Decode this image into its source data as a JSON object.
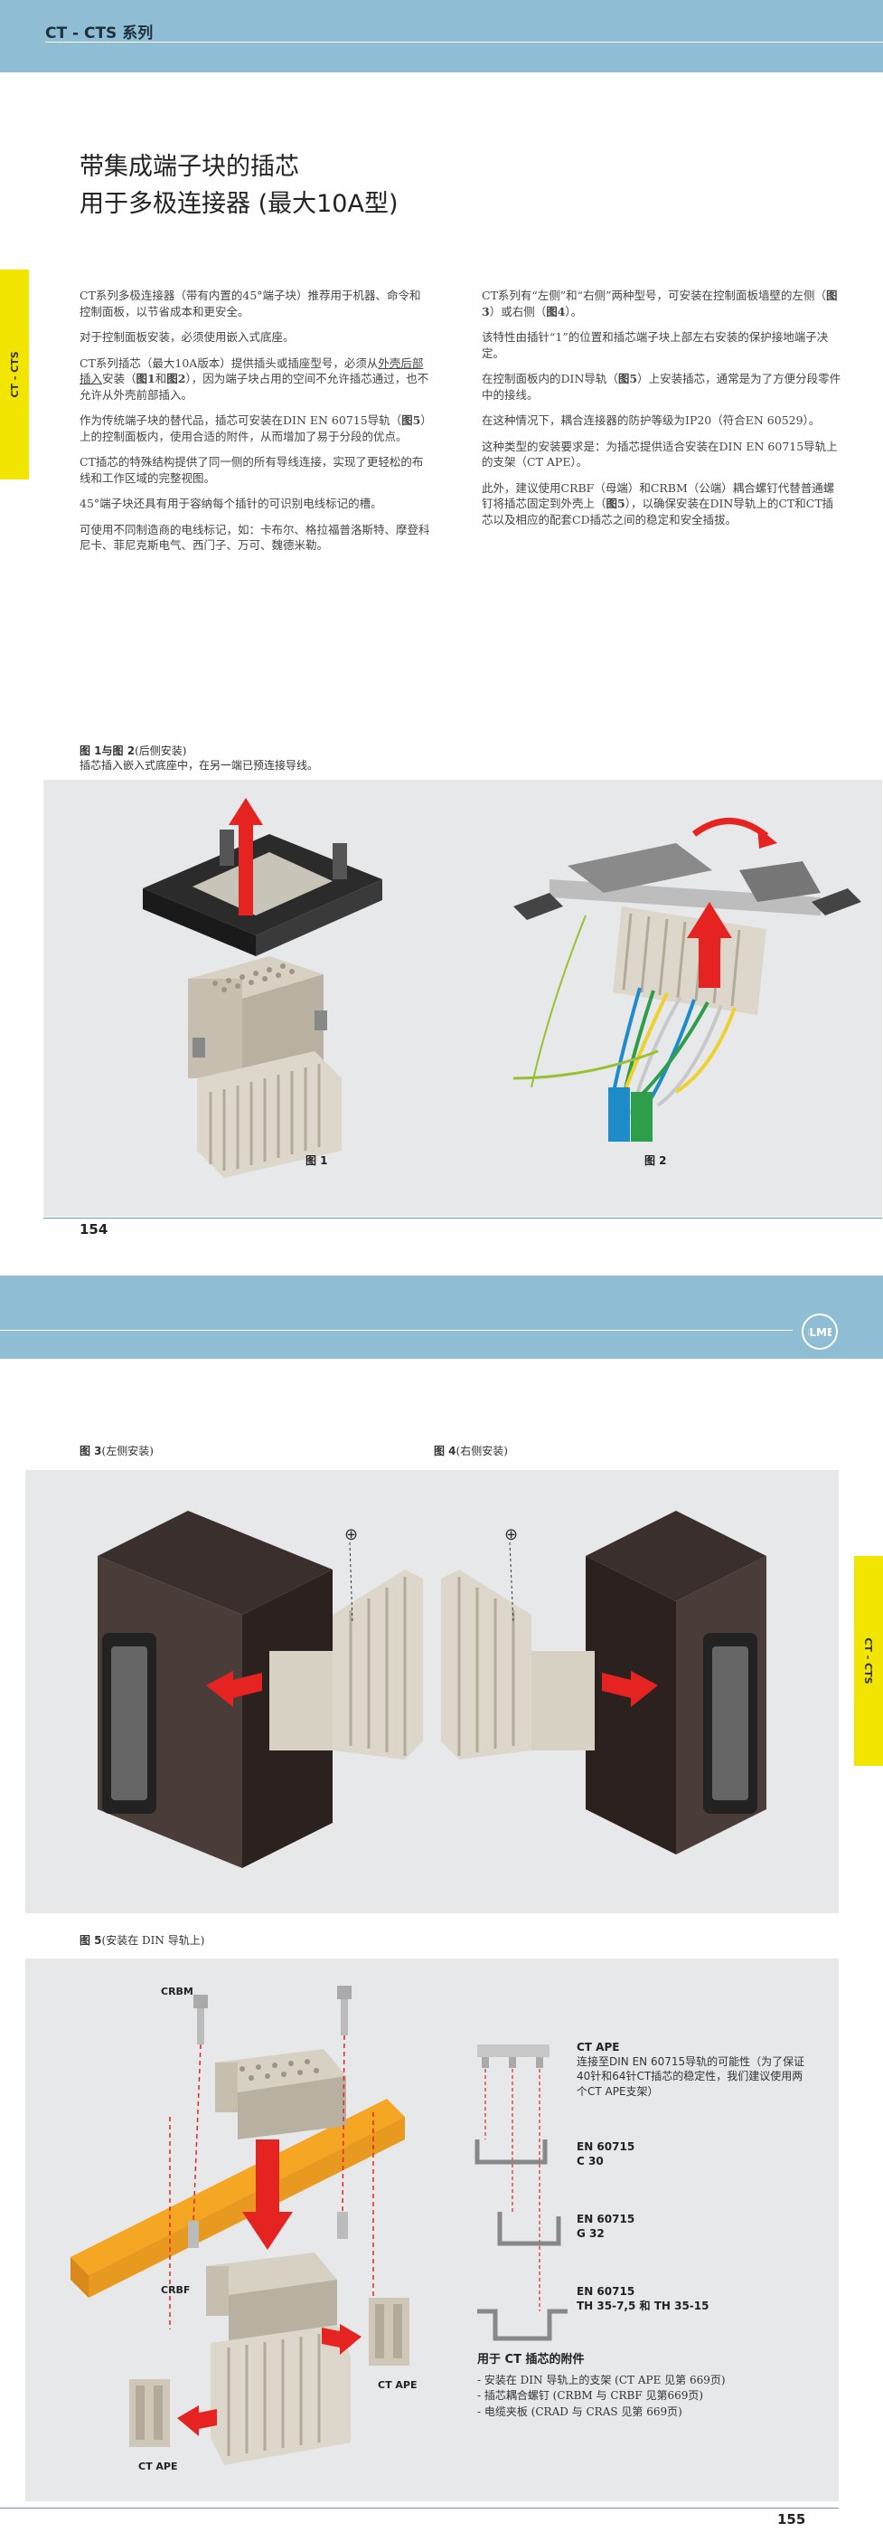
{
  "header": {
    "series_title": "CT - CTS 系列"
  },
  "side_tab": "CT - CTS",
  "headline": {
    "line1": "带集成端子块的插芯",
    "line2": "用于多极连接器 (最大10A型)"
  },
  "col_left": [
    "CT系列多极连接器（带有内置的45°端子块）推荐用于机器、命令和控制面板，以节省成本和更安全。",
    "对于控制面板安装，必须使用嵌入式底座。",
    "CT系列插芯（最大10A版本）提供插头或插座型号，必须从",
    "外壳后部插入",
    "安装（",
    "图1",
    "和",
    "图2",
    "），因为端子块占用的空间不允许插芯通过，也不允许从外壳前部插入。",
    "作为传统端子块的替代品，插芯可安装在DIN EN 60715导轨（",
    "图5",
    "）上的控制面板内，使用合适的附件，从而增加了易于分段的优点。",
    "CT插芯的特殊结构提供了同一侧的所有导线连接，实现了更轻松的布线和工作区域的完整视图。",
    "45°端子块还具有用于容纳每个插针的可识别电线标记的槽。",
    "可使用不同制造商的电线标记，如：卡布尔、格拉福普洛斯特、摩登科尼卡、菲尼克斯电气、西门子、万可、魏德米勒。"
  ],
  "col_right": [
    "CT系列有“左侧”和“右侧”两种型号，可安装在控制面板墙壁的左侧（",
    "图3",
    "）或右侧（",
    "图4",
    "）。",
    "该特性由插针“1”的位置和插芯端子块上部左右安装的保护接地端子决定。",
    "在控制面板内的DIN导轨（",
    "图5",
    "）上安装插芯，通常是为了方便分段零件中的接线。",
    "在这种情况下，耦合连接器的防护等级为IP20（符合EN 60529）。",
    "这种类型的安装要求是：为插芯提供适合安装在DIN EN 60715导轨上的支架（CT APE）。",
    "此外，建议使用CRBF（母端）和CRBM（公端）耦合螺钉代替普通螺钉将插芯固定到外壳上（",
    "图5",
    "），以确保安装在DIN导轨上的CT和CT插芯以及相应的配套CD插芯之间的稳定和安全插拔。"
  ],
  "fig12_caption": {
    "bold": "图 1与图 2",
    "rest": "(后侧安装)",
    "line2": "插芯插入嵌入式底座中，在另一端已预连接导线。"
  },
  "fig1_label": "图 1",
  "fig2_label": "图 2",
  "page_left": "154",
  "page_right": "155",
  "fig3_caption": {
    "bold": "图 3",
    "rest": "(左侧安装)"
  },
  "fig4_caption": {
    "bold": "图 4",
    "rest": "(右侧安装)"
  },
  "fig5_caption": {
    "bold": "图 5",
    "rest": "(安装在 DIN 导轨上)"
  },
  "fig5_labels": {
    "crbm": "CRBM",
    "crbf": "CRBF",
    "ct_ape_l": "CT APE",
    "ct_ape_r": "CT APE"
  },
  "ground_symbol": "⊕",
  "rails": [
    {
      "title": "CT APE",
      "text": "连接至DIN EN 60715导轨的可能性（为了保证40针和64针CT插芯的稳定性，我们建议使用两个CT APE支架）"
    },
    {
      "title": "EN 60715",
      "text": "C 30"
    },
    {
      "title": "EN 60715",
      "text": "G 32"
    },
    {
      "title": "EN 60715",
      "text": "TH 35-7,5 和 TH 35-15"
    }
  ],
  "accessories": {
    "title": "用于 CT 插芯的附件",
    "items": [
      "- 安装在 DIN 导轨上的支架 (CT APE 见第 669页)",
      "- 插芯耦合螺钉 (CRBM 与 CRBF 见第669页)",
      "- 电缆夹板 (CRAD 与 CRAS 见第 669页)"
    ]
  },
  "colors": {
    "header_blue": "#8fbdd3",
    "tab_yellow": "#f2e600",
    "arrow_red": "#e52421",
    "rail_orange": "#f5a623"
  }
}
